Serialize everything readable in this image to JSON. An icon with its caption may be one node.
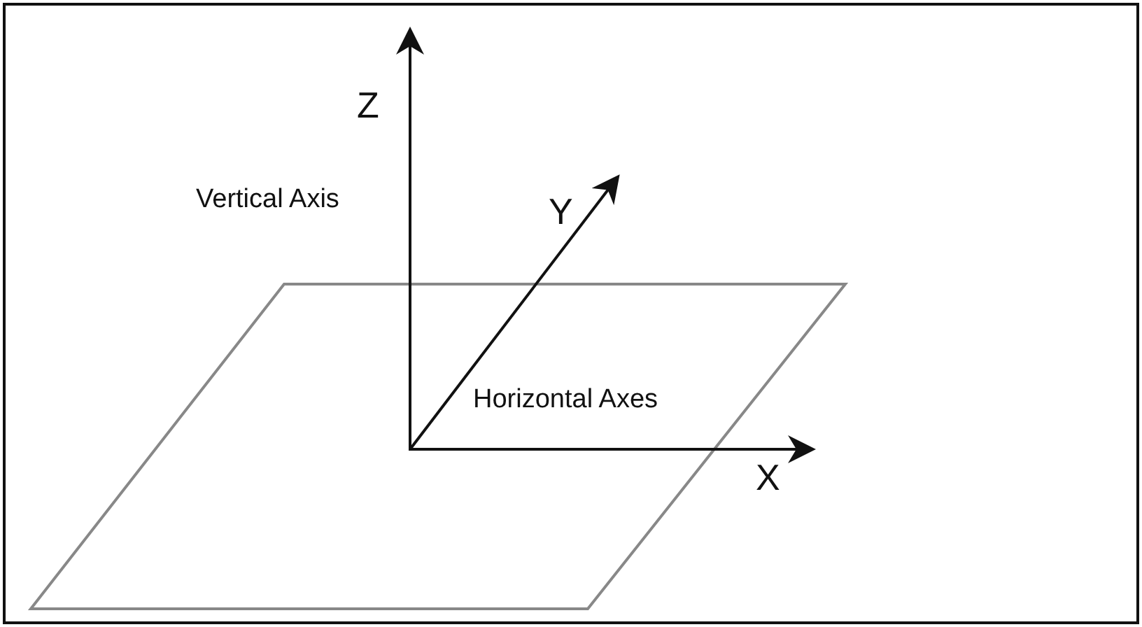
{
  "diagram": {
    "labels": [
      "Z",
      "Vertical Axis",
      "Y",
      "Horizontal Axes",
      "X"
    ]
  }
}
